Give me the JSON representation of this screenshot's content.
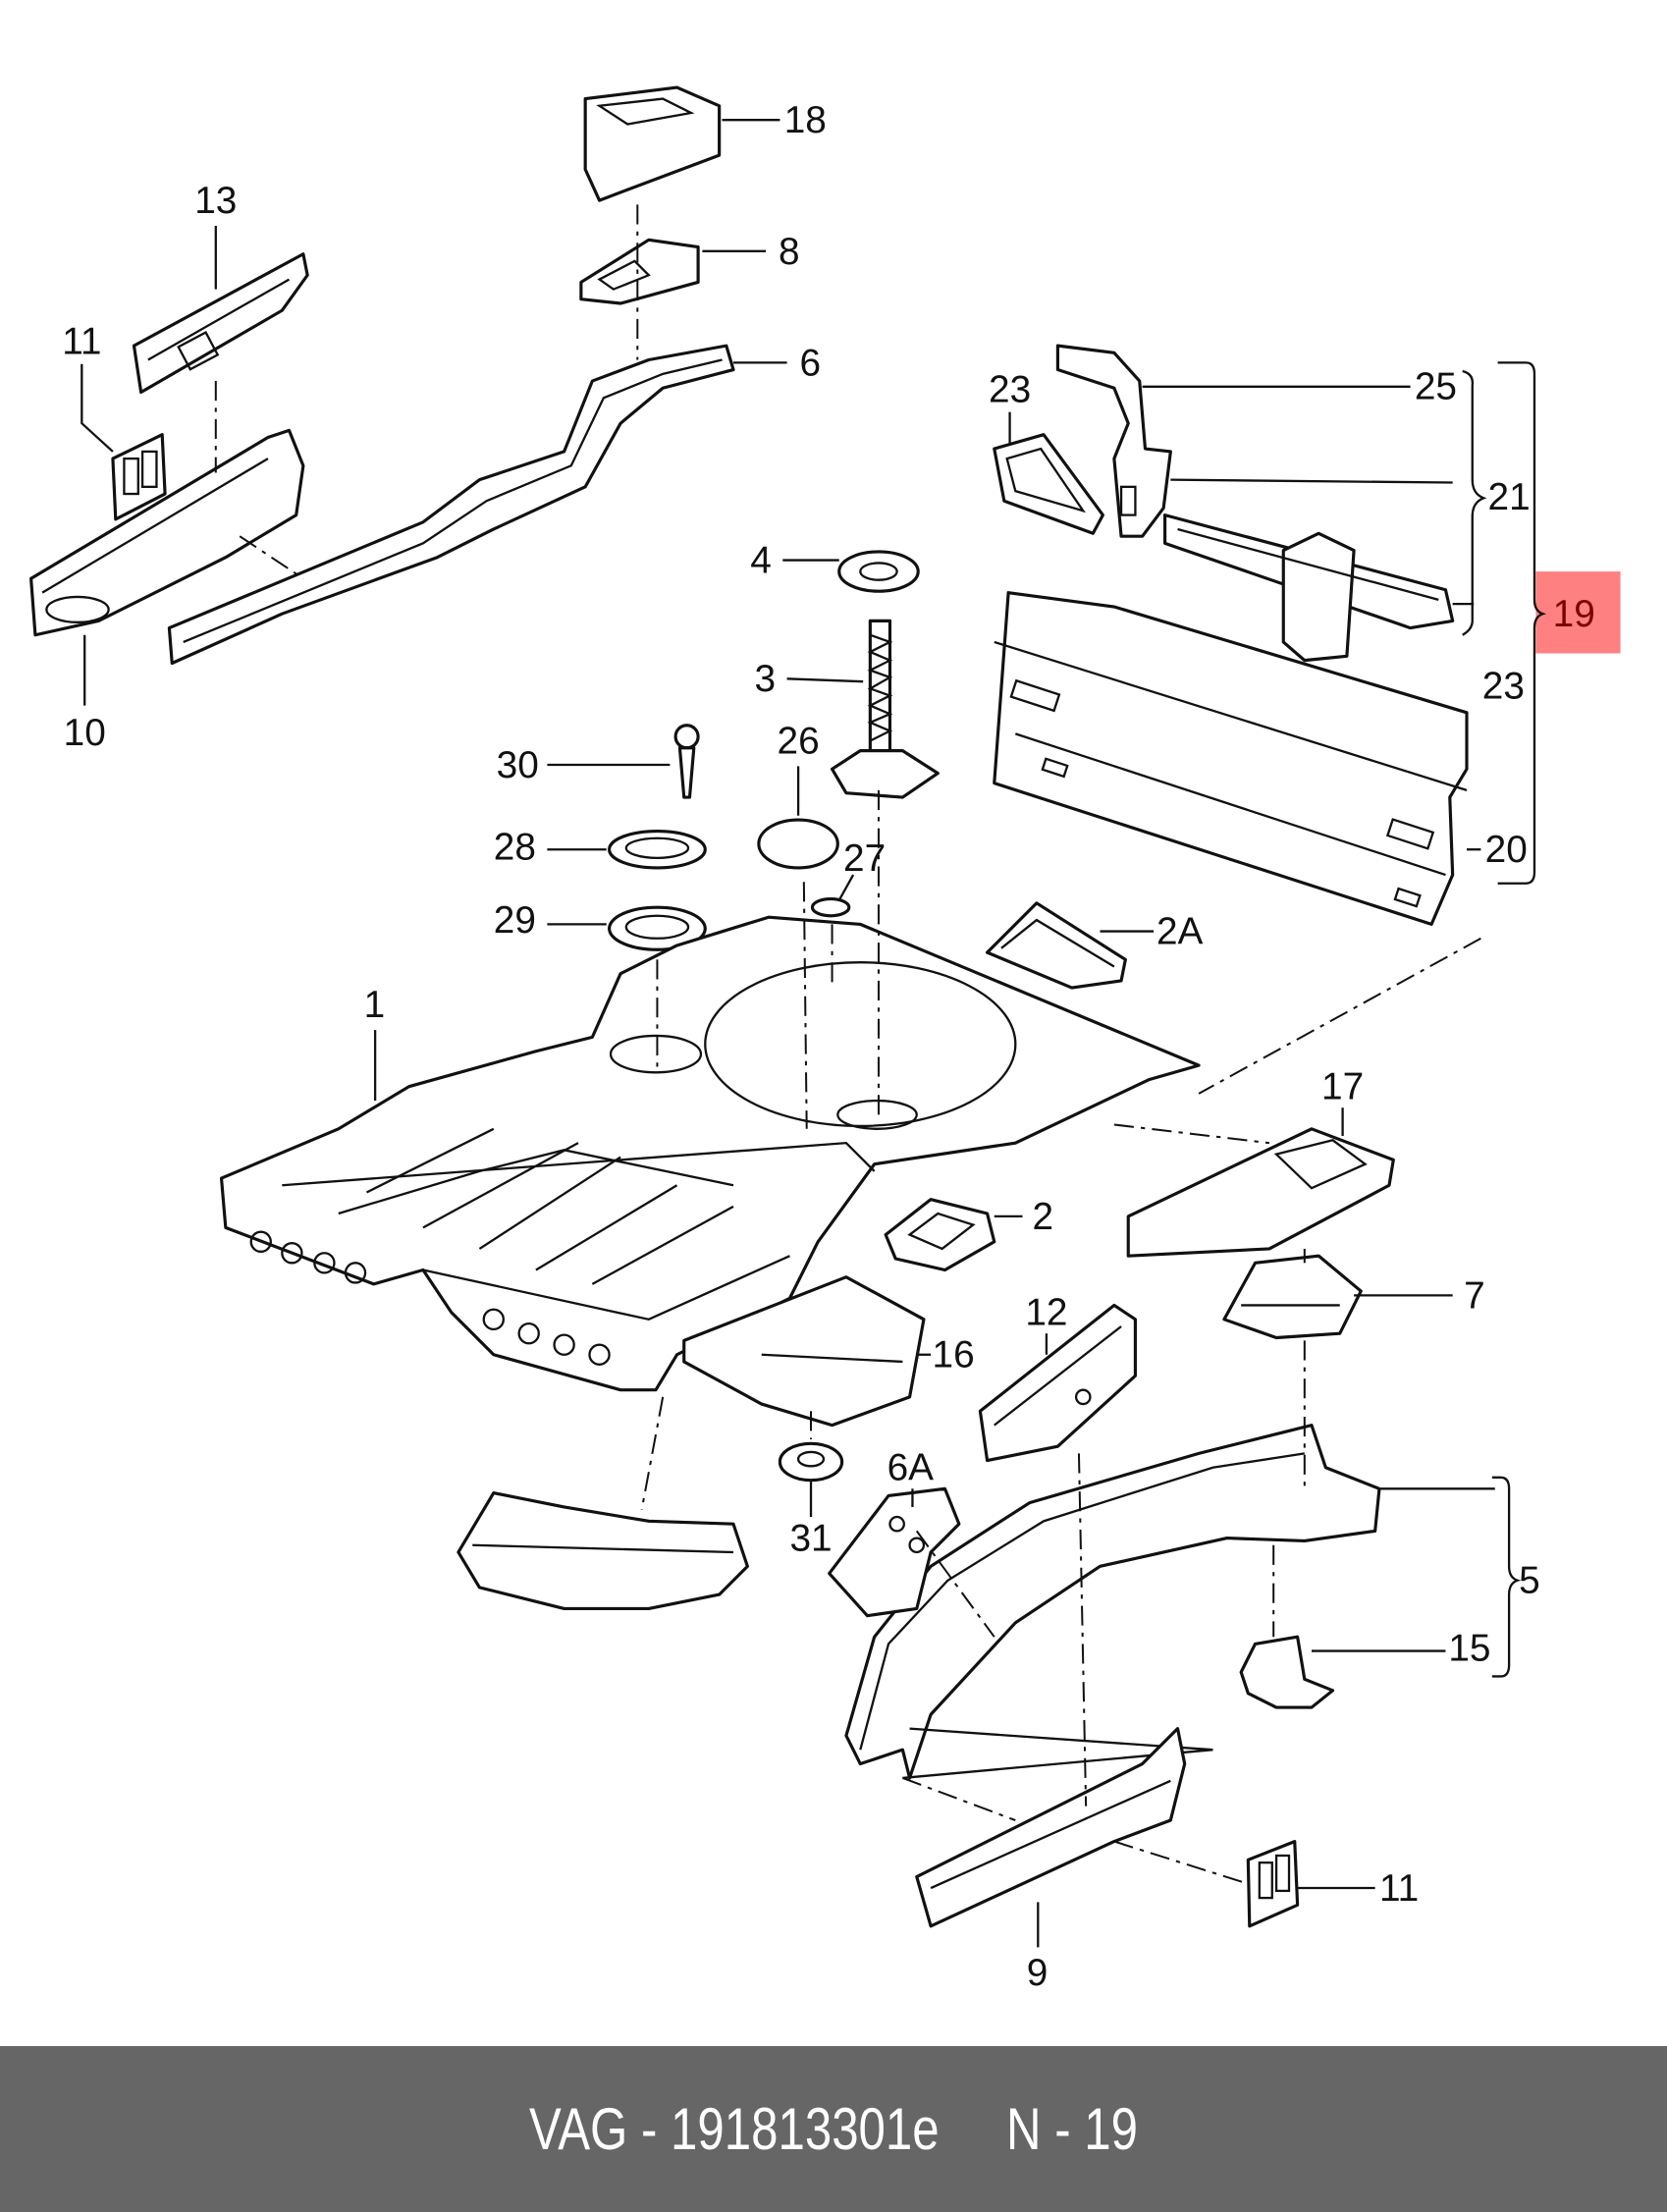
{
  "diagram": {
    "callouts": [
      {
        "id": "18",
        "text": "18"
      },
      {
        "id": "13",
        "text": "13"
      },
      {
        "id": "8",
        "text": "8"
      },
      {
        "id": "11a",
        "text": "11"
      },
      {
        "id": "6",
        "text": "6"
      },
      {
        "id": "23a",
        "text": "23"
      },
      {
        "id": "25",
        "text": "25"
      },
      {
        "id": "21",
        "text": "21"
      },
      {
        "id": "4",
        "text": "4"
      },
      {
        "id": "19",
        "text": "19"
      },
      {
        "id": "23b",
        "text": "23"
      },
      {
        "id": "3",
        "text": "3"
      },
      {
        "id": "10",
        "text": "10"
      },
      {
        "id": "30",
        "text": "30"
      },
      {
        "id": "26",
        "text": "26"
      },
      {
        "id": "28",
        "text": "28"
      },
      {
        "id": "27",
        "text": "27"
      },
      {
        "id": "20",
        "text": "20"
      },
      {
        "id": "29",
        "text": "29"
      },
      {
        "id": "2A",
        "text": "2A"
      },
      {
        "id": "1",
        "text": "1"
      },
      {
        "id": "17",
        "text": "17"
      },
      {
        "id": "2",
        "text": "2"
      },
      {
        "id": "7",
        "text": "7"
      },
      {
        "id": "12",
        "text": "12"
      },
      {
        "id": "16",
        "text": "16"
      },
      {
        "id": "6A",
        "text": "6A"
      },
      {
        "id": "5",
        "text": "5"
      },
      {
        "id": "31",
        "text": "31"
      },
      {
        "id": "15",
        "text": "15"
      },
      {
        "id": "11b",
        "text": "11"
      },
      {
        "id": "9",
        "text": "9"
      }
    ],
    "highlighted_callout": "19",
    "highlight_color": "#ff8080"
  },
  "footer": {
    "text": "VAG - 191813301e     N - 19",
    "background": "#666666"
  }
}
